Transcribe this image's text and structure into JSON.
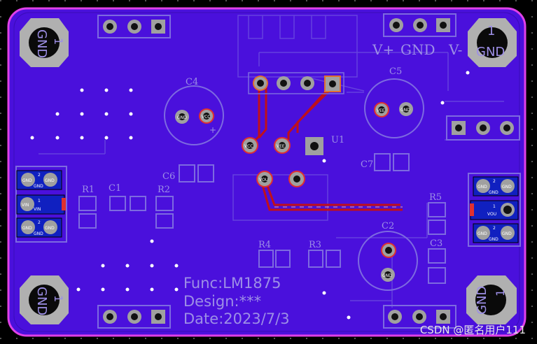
{
  "board": {
    "colors": {
      "background": "#000000",
      "board_fill": "#4a10dc",
      "outline": "#e040e8",
      "silkscreen": "#9d8fe6",
      "trace": "#c0101a",
      "pad_copper": "#a0a0a0"
    },
    "text": {
      "func": "Func:LM1875",
      "design": "Design:***",
      "date": "Date:2023/7/3"
    },
    "mount_holes": {
      "label": "GND",
      "pin": "1"
    },
    "refdes": {
      "c4": "C4",
      "c5": "C5",
      "c6": "C6",
      "c7": "C7",
      "c1": "C1",
      "c2": "C2",
      "c3": "C3",
      "r1": "R1",
      "r2": "R2",
      "r3": "R3",
      "r4": "R4",
      "r5": "R5",
      "u1": "U1"
    },
    "power_labels": {
      "vplus": "V+",
      "gnd": "GND",
      "vminus": "V-"
    },
    "connectors": {
      "left": [
        {
          "pin": "2",
          "net": "GND",
          "left": "GND",
          "right": "GND"
        },
        {
          "pin": "1",
          "net": "VIN",
          "left": "VIN"
        },
        {
          "pin": "2",
          "net": "GND",
          "left": "GND",
          "right": "GND"
        }
      ],
      "right": [
        {
          "pin": "2",
          "net": "GND",
          "left": "GND",
          "right": "GND"
        },
        {
          "pin": "1",
          "net": "VOU",
          "left": "VOU"
        },
        {
          "pin": "2",
          "net": "GND",
          "left": "GND",
          "right": "GND"
        }
      ]
    },
    "pad_nets": {
      "gnd": "GND",
      "vcc": "VCC",
      "vee": "VEE",
      "vou": "VOU",
      "vin": "VIN"
    }
  },
  "watermark": "CSDN @匿名用户111"
}
